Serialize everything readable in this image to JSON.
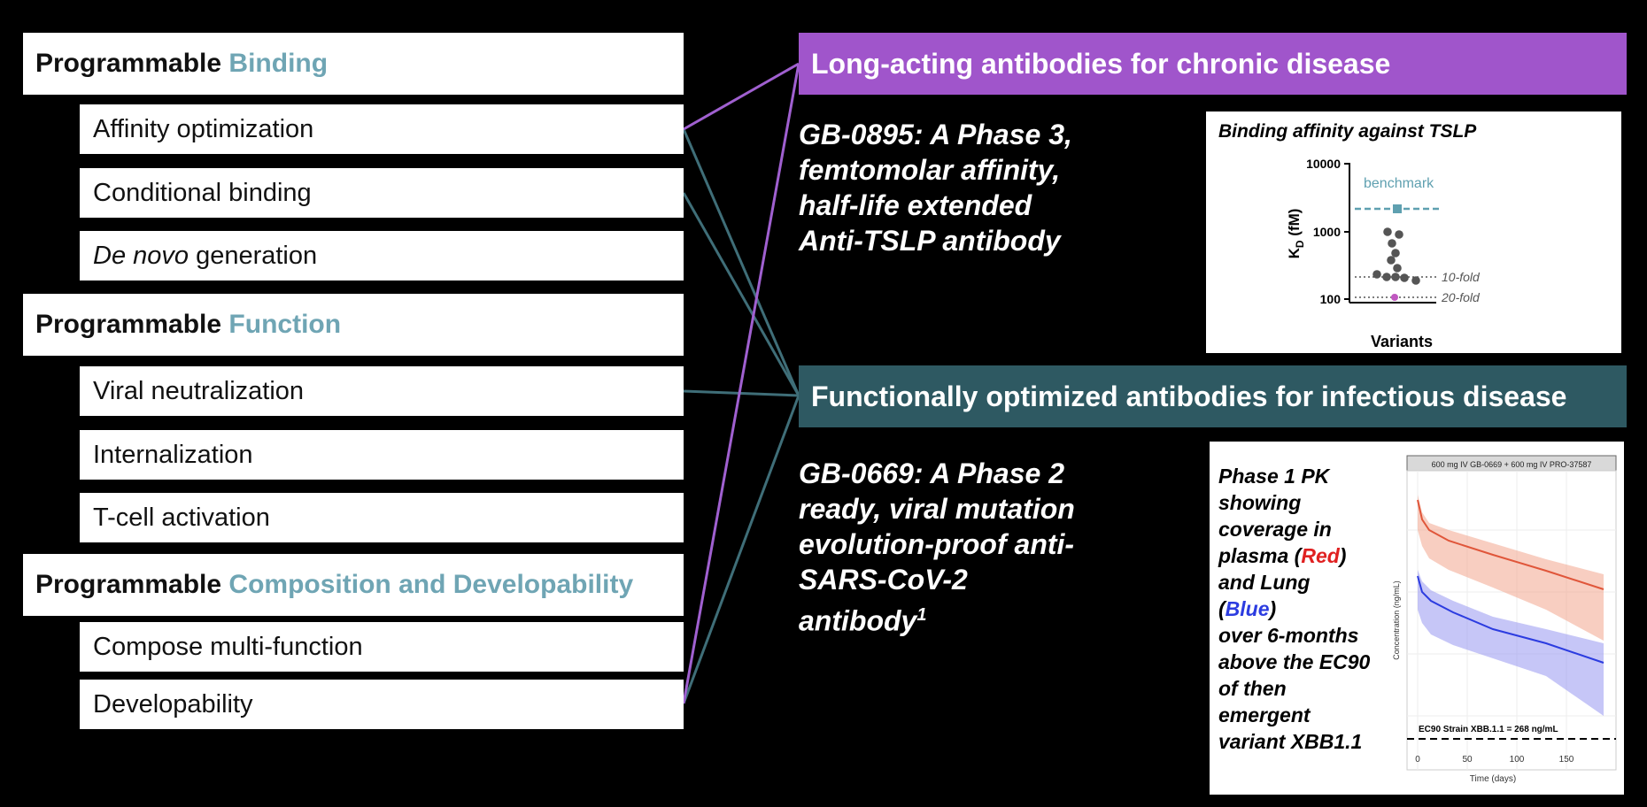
{
  "left": {
    "sections": [
      {
        "title_prefix": "Programmable",
        "title_accent": "Binding",
        "items": [
          {
            "text": "Affinity optimization"
          },
          {
            "text": "Conditional binding"
          },
          {
            "text_italic": "De novo",
            "text": " generation"
          }
        ]
      },
      {
        "title_prefix": "Programmable",
        "title_accent": "Function",
        "items": [
          {
            "text": "Viral neutralization"
          },
          {
            "text": "Internalization"
          },
          {
            "text": "T-cell activation"
          }
        ]
      },
      {
        "title_prefix": "Programmable",
        "title_accent": "Composition and Developability",
        "items": [
          {
            "text": "Compose multi-function"
          },
          {
            "text": "Developability"
          }
        ]
      }
    ]
  },
  "colors": {
    "accent_text": "#6fa5b4",
    "chronic_banner": "#a055cb",
    "infectious_banner": "#2e5962",
    "purple_line": "#a060d0",
    "teal_line": "#3f6e78"
  },
  "right": {
    "chronic": {
      "banner": "Long-acting antibodies for chronic disease",
      "description": "GB-0895: A Phase 3,\nfemtomolar affinity,\nhalf-life extended\nAnti-TSLP antibody"
    },
    "infectious": {
      "banner": "Functionally optimized antibodies for infectious disease",
      "description_lines": [
        "GB-0669: A Phase 2",
        "ready, viral mutation",
        "evolution-proof anti-",
        "SARS-CoV-2"
      ],
      "description_last": "antibody",
      "description_sup": "1"
    }
  },
  "tslp_chart": {
    "title": "Binding affinity against TSLP",
    "ylabel_main": "K",
    "ylabel_sub": "D",
    "ylabel_unit": " (fM)",
    "xlabel": "Variants",
    "yticks": [
      "10000",
      "1000",
      "100"
    ],
    "benchmark_label": "benchmark",
    "benchmark_value": 2000,
    "fold_lines": [
      {
        "label": "10-fold",
        "value": 200
      },
      {
        "label": "20-fold",
        "value": 100
      }
    ],
    "points": [
      1000,
      900,
      800,
      550,
      430,
      330,
      250,
      210,
      220,
      200,
      190,
      185
    ],
    "special_point": 100
  },
  "pk_chart": {
    "caption": {
      "before_red": "Phase 1 PK\nshowing\ncoverage in\nplasma (",
      "red": "Red",
      "mid": ")\nand Lung (",
      "blue": "Blue",
      "after_blue": ")\nover 6-months\nabove the EC90\nof then\nemergent\nvariant XBB1.1"
    },
    "panel_title": "600 mg IV GB-0669 + 600 mg IV PRO-37587",
    "ylabel": "Concentration (ng/mL)",
    "xlabel": "Time (days)",
    "xticks": [
      "0",
      "50",
      "100",
      "150"
    ],
    "ec90_label": "EC90 Strain XBB.1.1 = 268 ng/mL"
  }
}
